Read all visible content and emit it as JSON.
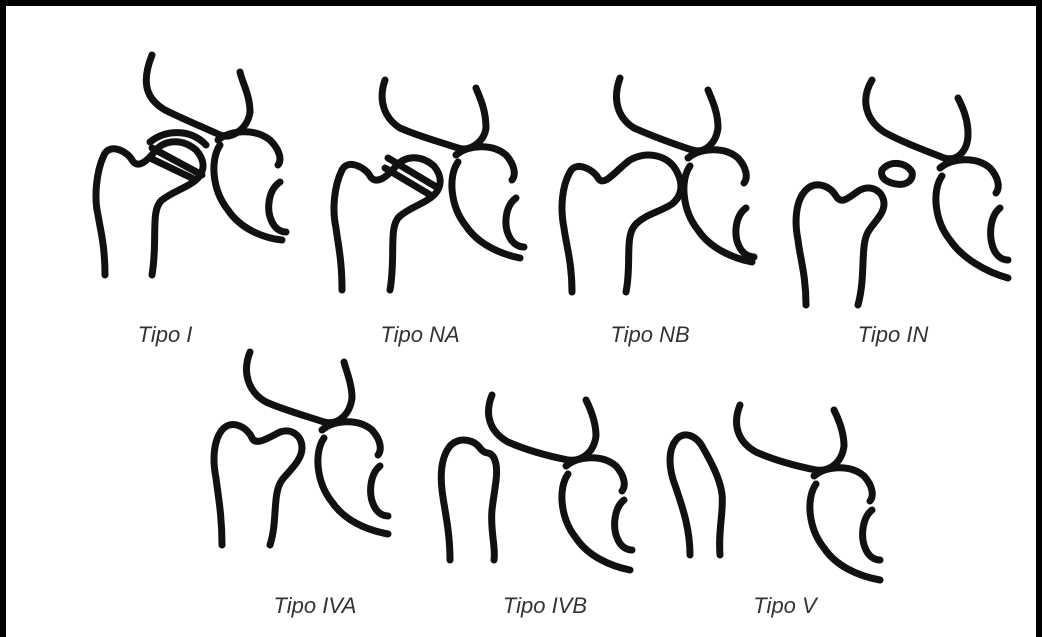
{
  "figure": {
    "labels": {
      "tipo_i": "Tipo I",
      "tipo_na": "Tipo NA",
      "tipo_nb": "Tipo NB",
      "tipo_in": "Tipo IN",
      "tipo_iva": "Tipo IVA",
      "tipo_ivb": "Tipo IVB",
      "tipo_v": "Tipo V"
    },
    "colors": {
      "stroke": "#111111",
      "frame": "#000000",
      "label": "#333333"
    }
  }
}
